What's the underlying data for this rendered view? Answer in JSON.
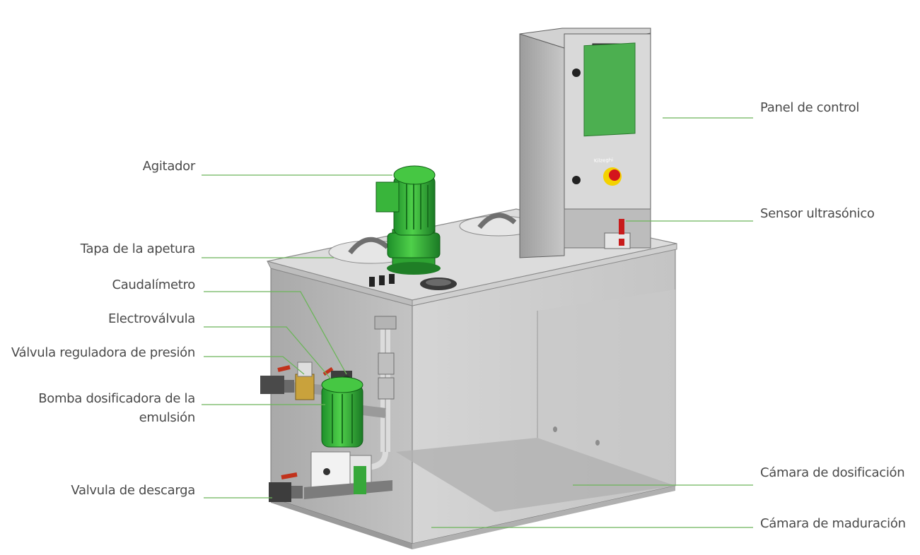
{
  "labels": {
    "agitador": "Agitador",
    "tapa": "Tapa de la apetura",
    "caudalimetro": "Caudalímetro",
    "electrovalvula": "Electroválvula",
    "valvula_reguladora": "Válvula reguladora de presión",
    "bomba_line1": "Bomba dosificadora de la",
    "bomba_line2": "emulsión",
    "valvula_descarga": "Valvula de descarga",
    "panel": "Panel de control",
    "sensor": "Sensor ultrasónico",
    "camara_dosificacion": "Cámara de dosificación",
    "camara_maduracion": "Cámara de maduración"
  },
  "panel_screen": {
    "logo": "Kilzeghi"
  },
  "colors": {
    "leader_line": "#6cb55a",
    "label_text": "#4a4a4a",
    "motor_green": "#3bb53b",
    "panel_green": "#4caf50",
    "tank_gray": "#b9b9b9"
  }
}
